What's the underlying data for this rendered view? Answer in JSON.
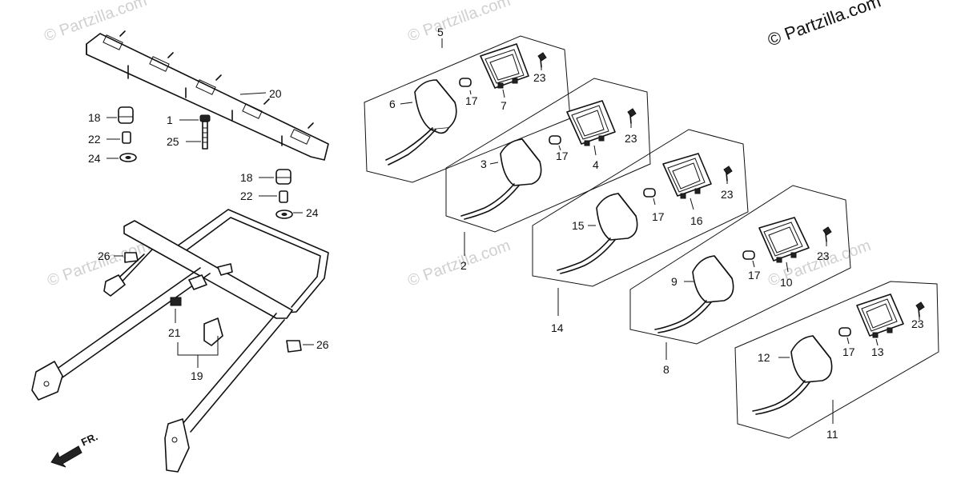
{
  "copyright": "© Partzilla.com",
  "watermark": "© Partzilla.com",
  "front_marker": "FR.",
  "callouts": {
    "c1": "1",
    "c2": "2",
    "c3": "3",
    "c4": "4",
    "c5": "5",
    "c6": "6",
    "c7": "7",
    "c8": "8",
    "c9": "9",
    "c10": "10",
    "c11": "11",
    "c12": "12",
    "c13": "13",
    "c14": "14",
    "c15": "15",
    "c16": "16",
    "c17": "17",
    "c18": "18",
    "c19": "19",
    "c20": "20",
    "c21": "21",
    "c22": "22",
    "c23": "23",
    "c24": "24",
    "c25": "25",
    "c26": "26"
  },
  "icons": {
    "front_arrow": "arrow-left-down-icon"
  }
}
